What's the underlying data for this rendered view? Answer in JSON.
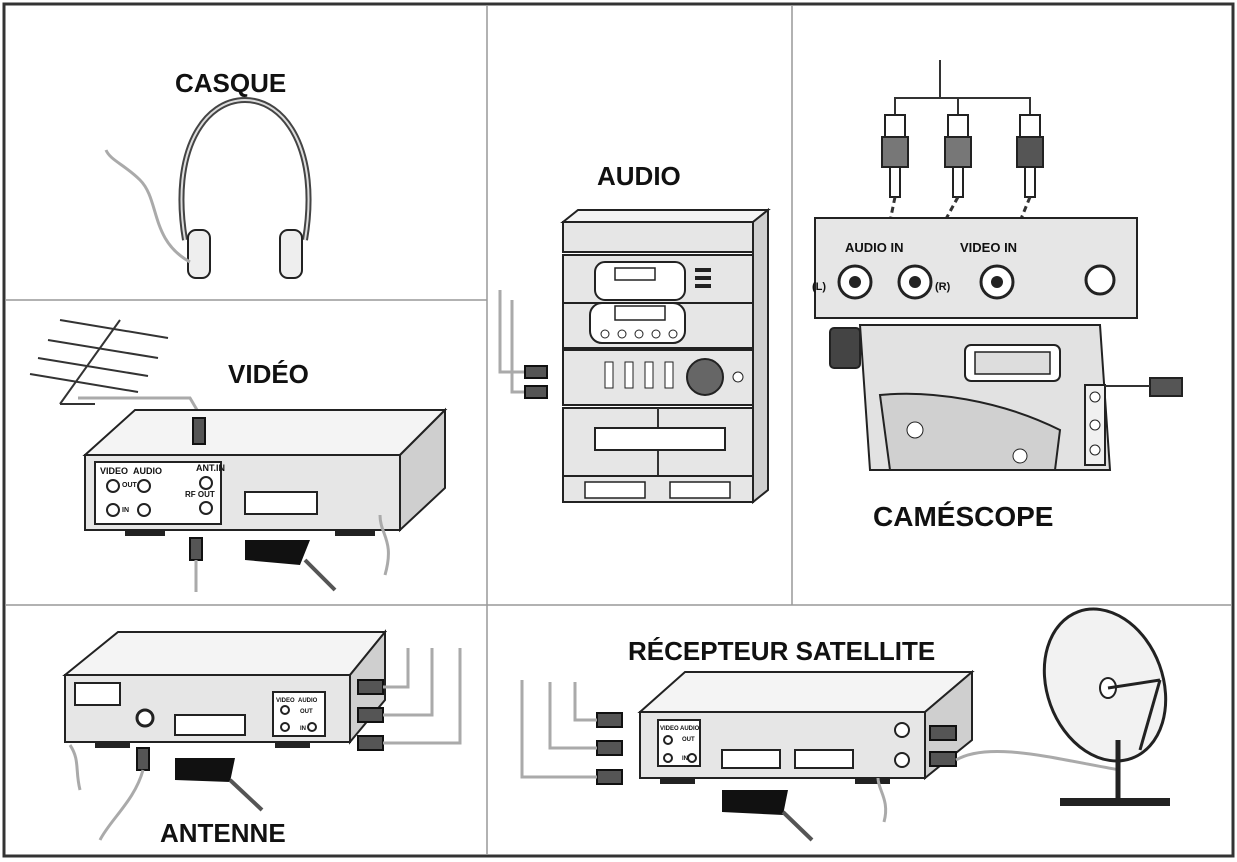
{
  "panels": {
    "casque": {
      "label": "CASQUE"
    },
    "video": {
      "label": "VIDÉO",
      "jack_labels": {
        "video": "VIDEO",
        "audio": "AUDIO",
        "out": "OUT",
        "in": "IN",
        "ant_in": "ANT.IN",
        "rf_out": "RF OUT"
      }
    },
    "audio": {
      "label": "AUDIO"
    },
    "camescope": {
      "label": "CAMÉSCOPE",
      "jack_labels": {
        "audio_in": "AUDIO IN",
        "video_in": "VIDEO IN",
        "left": "(L)",
        "right": "(R)"
      }
    },
    "antenne": {
      "label": "ANTENNE",
      "jack_labels": {
        "video": "VIDEO",
        "audio": "AUDIO",
        "out": "OUT",
        "in": "IN"
      }
    },
    "recepteur": {
      "label": "RÉCEPTEUR SATELLITE",
      "jack_labels": {
        "video": "VIDEO",
        "audio": "AUDIO",
        "out": "OUT",
        "in": "IN"
      }
    }
  },
  "colors": {
    "border": "#333333",
    "divider": "#999999",
    "device_fill": "#e6e6e6"
  }
}
